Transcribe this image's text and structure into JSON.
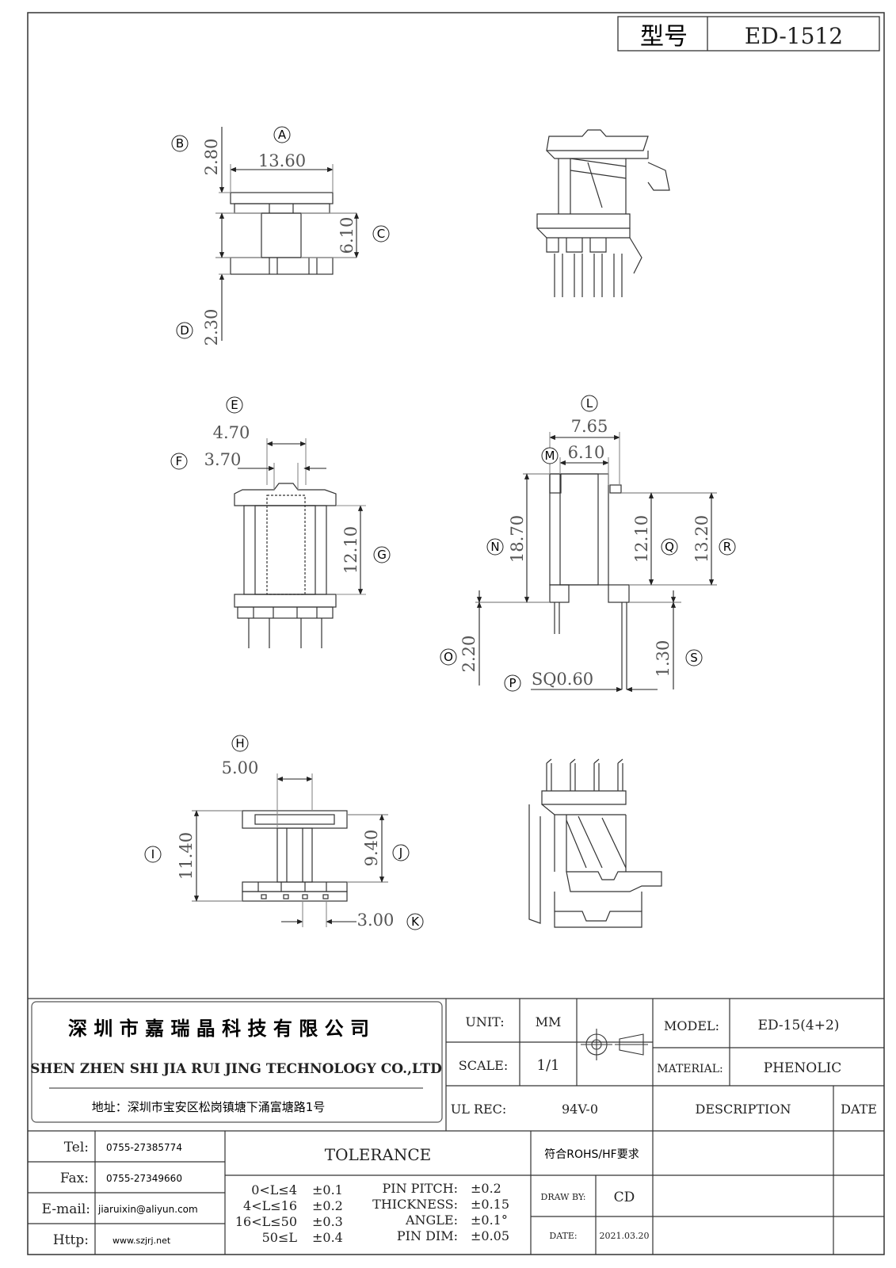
{
  "header": {
    "model_label": "型号",
    "model_value": "ED-1512"
  },
  "callouts": {
    "A": "A",
    "B": "B",
    "C": "C",
    "D": "D",
    "E": "E",
    "F": "F",
    "G": "G",
    "H": "H",
    "I": "I",
    "J": "J",
    "K": "K",
    "L": "L",
    "M": "M",
    "N": "N",
    "O": "O",
    "P": "P",
    "Q": "Q",
    "R": "R",
    "S": "S"
  },
  "dimensions": {
    "A": "13.60",
    "B": "2.80",
    "C": "6.10",
    "D": "2.30",
    "E": "4.70",
    "F": "3.70",
    "G": "12.10",
    "H": "5.00",
    "I": "11.40",
    "J": "9.40",
    "K": "3.00",
    "L": "7.65",
    "M": "6.10",
    "N": "18.70",
    "O": "2.20",
    "P": "SQ0.60",
    "Q": "12.10",
    "R": "13.20",
    "S": "1.30"
  },
  "company": {
    "name_cn": "深 圳 市 嘉 瑞 晶 科 技 有 限 公 司",
    "name_en": "SHEN ZHEN SHI  JIA RUI JING  TECHNOLOGY CO.,LTD",
    "address": "地址：深圳市宝安区松岗镇塘下涌富塘路1号"
  },
  "contacts": [
    {
      "label": "Tel:",
      "value": "0755-27385774"
    },
    {
      "label": "Fax:",
      "value": "0755-27349660"
    },
    {
      "label": "E-mail:",
      "value": "jiaruixin@aliyun.com"
    },
    {
      "label": "Http:",
      "value": "www.szjrj.net"
    }
  ],
  "spec": {
    "unit_label": "UNIT:",
    "unit_value": "MM",
    "scale_label": "SCALE:",
    "scale_value": "1/1",
    "ul_label": "UL REC:",
    "ul_value": "94V-0",
    "model_label": "MODEL:",
    "model_value": "ED-15(4+2)",
    "material_label": "MATERIAL:",
    "material_value": "PHENOLIC",
    "description_label": "DESCRIPTION",
    "date_label": "DATE",
    "rohs": "符合ROHS/HF要求",
    "draw_by_label": "DRAW BY:",
    "draw_by_value": "CD",
    "date_row_label": "DATE:",
    "date_value": "2021.03.20"
  },
  "tolerance": {
    "title": "TOLERANCE",
    "ranges": [
      {
        "range": "0<L≤4",
        "tol": "±0.1"
      },
      {
        "range": "4<L≤16",
        "tol": "±0.2"
      },
      {
        "range": "16<L≤50",
        "tol": "±0.3"
      },
      {
        "range": "50≤L",
        "tol": "±0.4"
      }
    ],
    "params": [
      {
        "name": "PIN PITCH:",
        "tol": "±0.2"
      },
      {
        "name": "THICKNESS:",
        "tol": "±0.15"
      },
      {
        "name": "ANGLE:",
        "tol": "±0.1°"
      },
      {
        "name": "PIN DIM:",
        "tol": "±0.05"
      }
    ]
  }
}
